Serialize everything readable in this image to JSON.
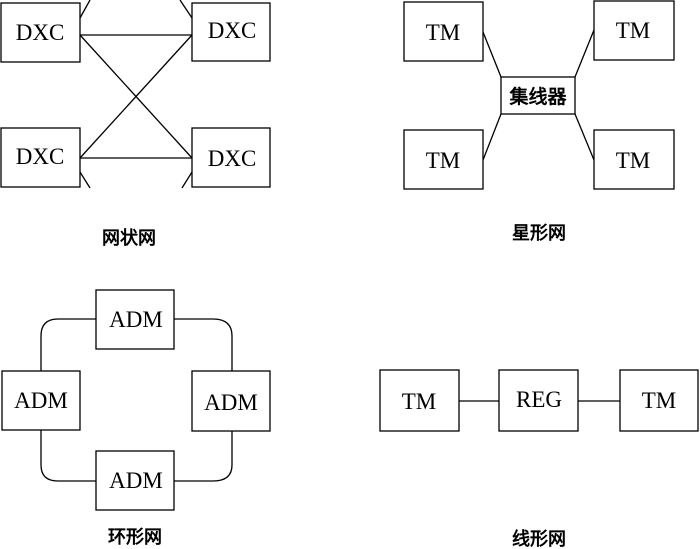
{
  "mesh": {
    "caption": "网状网",
    "nodes": [
      "DXC",
      "DXC",
      "DXC",
      "DXC"
    ]
  },
  "star": {
    "caption": "星形网",
    "hub": "集线器",
    "nodes": [
      "TM",
      "TM",
      "TM",
      "TM"
    ]
  },
  "ring": {
    "caption": "环形网",
    "nodes": [
      "ADM",
      "ADM",
      "ADM",
      "ADM"
    ]
  },
  "linear": {
    "caption": "线形网",
    "nodes": [
      "TM",
      "REG",
      "TM"
    ]
  }
}
